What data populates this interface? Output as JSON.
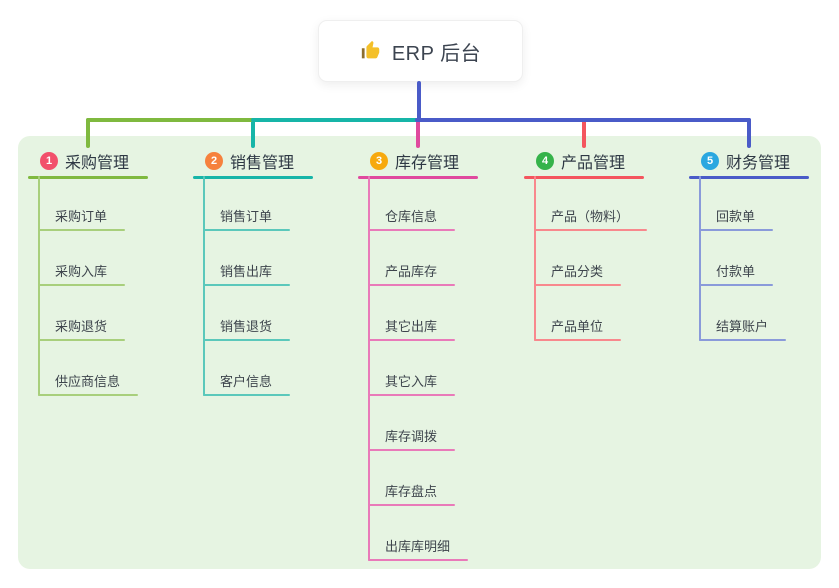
{
  "root": {
    "icon": "thumbs-up",
    "title": "ERP 后台",
    "connector_color": "#4a5bc8",
    "icon_color": "#f4c029",
    "icon_cuff_color": "#8d6e2f"
  },
  "panel": {
    "background": "#e6f4e2"
  },
  "branches": [
    {
      "number": "1",
      "label": "采购管理",
      "badge_color": "#f2506b",
      "line_color": "#7fb93f",
      "line_light": "#a8cf7c",
      "children": [
        "采购订单",
        "采购入库",
        "采购退货",
        "供应商信息"
      ]
    },
    {
      "number": "2",
      "label": "销售管理",
      "badge_color": "#f6813d",
      "line_color": "#16b5a8",
      "line_light": "#5bc8bb",
      "children": [
        "销售订单",
        "销售出库",
        "销售退货",
        "客户信息"
      ]
    },
    {
      "number": "3",
      "label": "库存管理",
      "badge_color": "#f7a90e",
      "line_color": "#e0499e",
      "line_light": "#e97ab9",
      "children": [
        "仓库信息",
        "产品库存",
        "其它出库",
        "其它入库",
        "库存调拨",
        "库存盘点",
        "出库库明细"
      ]
    },
    {
      "number": "4",
      "label": "产品管理",
      "badge_color": "#35b34a",
      "line_color": "#f4555e",
      "line_light": "#f8888d",
      "children": [
        "产品（物料）",
        "产品分类",
        "产品单位"
      ]
    },
    {
      "number": "5",
      "label": "财务管理",
      "badge_color": "#2aa7e0",
      "line_color": "#4a5bc8",
      "line_light": "#8a9ada",
      "children": [
        "回款单",
        "付款单",
        "结算账户"
      ]
    }
  ]
}
